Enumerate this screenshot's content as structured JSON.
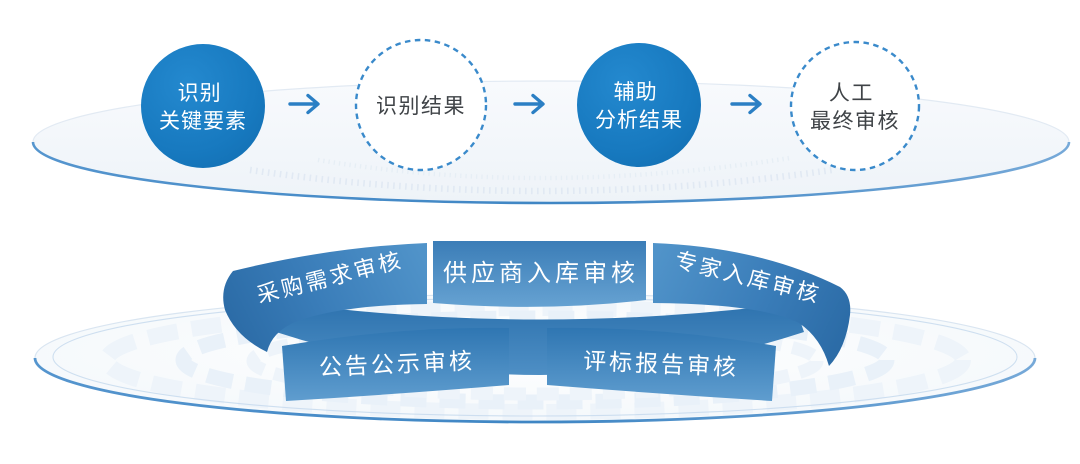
{
  "diagram_title": "",
  "flow": {
    "steps": [
      {
        "lines": [
          "识别",
          "关键要素"
        ],
        "shape": "solid-circle"
      },
      {
        "lines": [
          "识别结果"
        ],
        "shape": "dashed-circle"
      },
      {
        "lines": [
          "辅助",
          "分析结果"
        ],
        "shape": "solid-circle"
      },
      {
        "lines": [
          "人工",
          "最终审核"
        ],
        "shape": "dashed-circle"
      }
    ],
    "connector": "arrow-right"
  },
  "ring": {
    "banners": [
      {
        "label": "采购需求审核"
      },
      {
        "label": "供应商入库审核"
      },
      {
        "label": "专家入库审核"
      },
      {
        "label": "公告公示审核"
      },
      {
        "label": "评标报告审核"
      }
    ]
  },
  "colors": {
    "solid_circle_blue": "#1b7dc2",
    "dashed_stroke_blue": "#3a8acb",
    "arrow_blue": "#2b7fc4",
    "banner_blue_top": "#3b7db7",
    "banner_blue_bottom": "#66a2d2",
    "platform_rim_blue": "#3f86c4",
    "platform_tint": "#f2f6fa",
    "dark_text": "#3f4347"
  }
}
